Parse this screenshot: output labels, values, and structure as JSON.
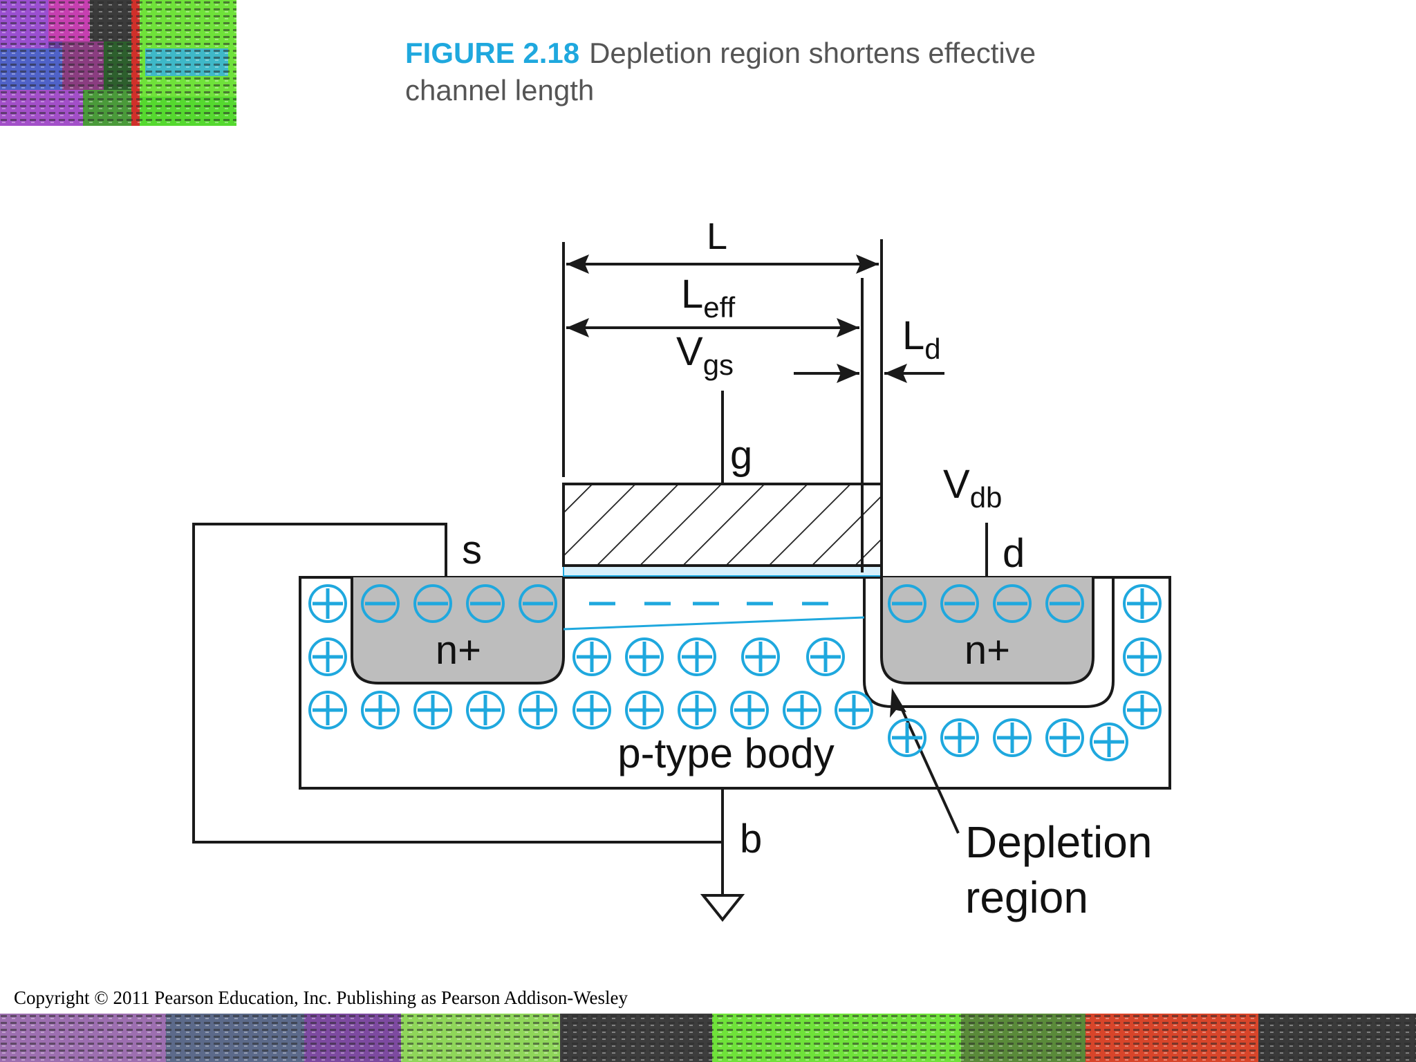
{
  "figure": {
    "number": "FIGURE 2.18",
    "caption_line1": "Depletion region shortens effective",
    "caption_line2": "channel length"
  },
  "diagram": {
    "dim_L": "L",
    "dim_Leff_main": "L",
    "dim_Leff_sub": "eff",
    "dim_Ld_main": "L",
    "dim_Ld_sub": "d",
    "vgs_main": "V",
    "vgs_sub": "gs",
    "vdb_main": "V",
    "vdb_sub": "db",
    "terminal_g": "g",
    "terminal_s": "s",
    "terminal_d": "d",
    "terminal_b": "b",
    "source_region": "n+",
    "drain_region": "n+",
    "body_label": "p-type body",
    "depletion_line1": "Depletion",
    "depletion_line2": "region",
    "colors": {
      "accent_blue": "#1fa8de",
      "n_plus_gray": "#bdbdbd",
      "outline": "#1a1a1a"
    }
  },
  "copyright": "Copyright © 2011 Pearson Education, Inc. Publishing as Pearson Addison-Wesley"
}
